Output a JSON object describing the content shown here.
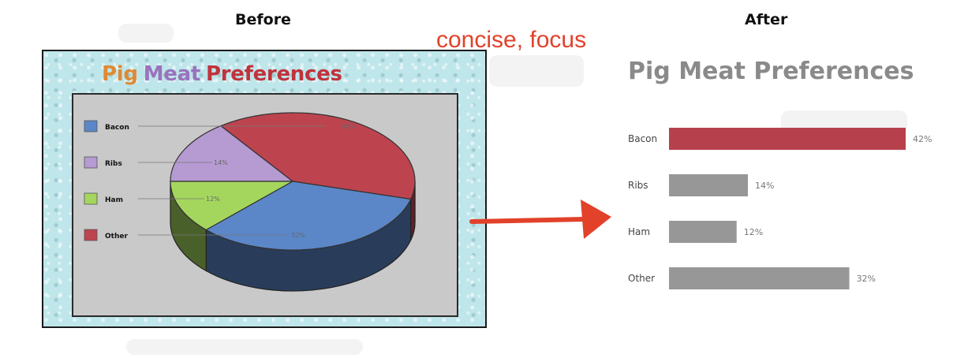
{
  "headings": {
    "before": "Before",
    "after": "After"
  },
  "annotation": "concise, focus",
  "colors": {
    "bacon": "#5b87c8",
    "ribs": "#b69ad2",
    "ham": "#a4d65e",
    "other": "#bd444f",
    "highlight": "#b6414c",
    "neutral_bar": "#979797",
    "arrow": "#e2412a"
  },
  "chart_data": [
    {
      "type": "pie",
      "style": "3d",
      "title": "Pig Meat Preferences",
      "title_word_colors": [
        "#e08a34",
        "#9a72bd",
        "#c0333c"
      ],
      "legend_position": "left",
      "categories": [
        "Bacon",
        "Ribs",
        "Ham",
        "Other"
      ],
      "values": [
        42,
        14,
        12,
        32
      ],
      "data_labels": [
        "42%",
        "14%",
        "12%",
        "32%"
      ]
    },
    {
      "type": "bar",
      "orientation": "horizontal",
      "title": "Pig Meat Preferences",
      "categories": [
        "Bacon",
        "Ribs",
        "Ham",
        "Other"
      ],
      "values": [
        42,
        14,
        12,
        32
      ],
      "data_labels": [
        "42%",
        "14%",
        "12%",
        "32%"
      ],
      "highlighted": "Bacon",
      "grid": false
    }
  ]
}
